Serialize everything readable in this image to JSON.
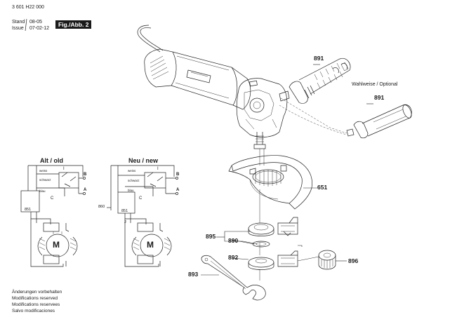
{
  "header": {
    "part_number": "3 601 H22 000",
    "stand_label": "Stand",
    "issue_label": "Issue",
    "stand_value": "08-05",
    "issue_value": "07-02-12",
    "figure_label": "Fig./Abb. 2"
  },
  "callouts": {
    "p891_handle": "891",
    "wahlweise": "Wahlweise / Optional",
    "p891_side": "891",
    "p651": "651",
    "p895": "895",
    "p890": "890",
    "p892": "892",
    "p896": "896",
    "p893": "893"
  },
  "wiring": {
    "old_title": "Alt / old",
    "new_title": "Neu / new",
    "weiss": "weiss",
    "schwarz": "schwarz",
    "blau": "blau",
    "I": "I",
    "B": "B",
    "A": "A",
    "C": "C",
    "n851": "851",
    "n860": "860",
    "J": "J",
    "M": "M"
  },
  "footer": {
    "lines": [
      "Änderungen vorbehalten",
      "Modifications reserved",
      "Modifications reservees",
      "Salvo modificaciones"
    ]
  }
}
